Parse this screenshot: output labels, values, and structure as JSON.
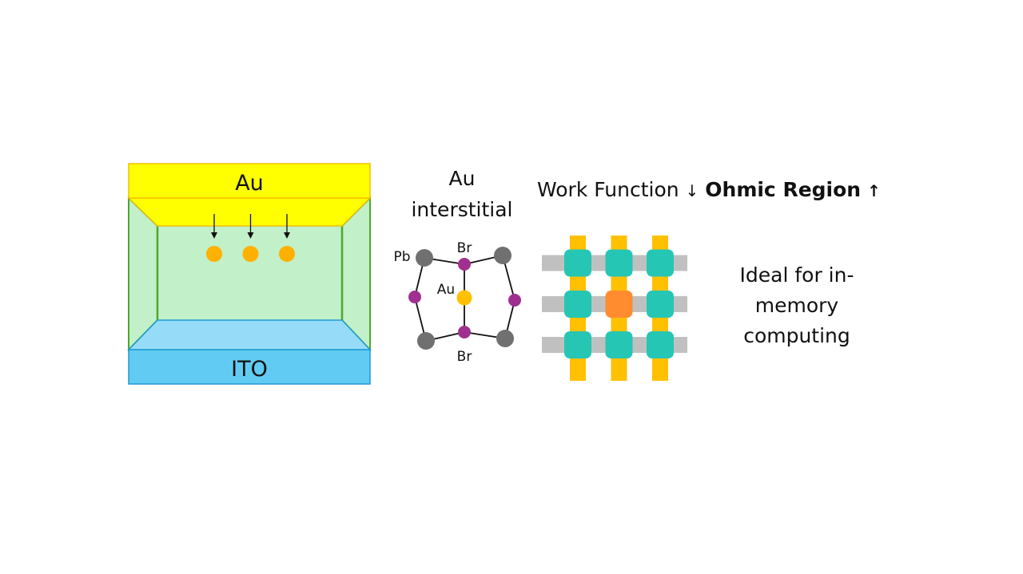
{
  "device": {
    "top_electrode_label": "Au",
    "bottom_electrode_label": "ITO",
    "diffusing_particles": 3,
    "colors": {
      "au_layer": "#FFFF00",
      "au_edge": "#F0C000",
      "perovskite": "#C2F0C8",
      "perovskite_edge": "#4EA72E",
      "ito_floor": "#96DCF8",
      "ito_layer": "#61CBF3",
      "ito_edge": "#1F9BD1",
      "au_particle": "#FFB000"
    }
  },
  "structure": {
    "title_line1": "Au",
    "title_line2": "interstitial",
    "labels": {
      "pb": "Pb",
      "br_top": "Br",
      "br_bottom": "Br",
      "au": "Au"
    },
    "colors": {
      "pb": "#707070",
      "br": "#A0308F",
      "au": "#FFC000",
      "bond": "#111111"
    }
  },
  "headline": {
    "work_function": "Work Function",
    "work_function_arrow": "↓",
    "ohmic_region": "Ohmic Region",
    "ohmic_arrow": "↑"
  },
  "crossbar": {
    "rows": 3,
    "cols": 3,
    "highlighted_cell": [
      1,
      1
    ],
    "colors": {
      "word_line": "#C0C0C0",
      "bit_line": "#FFC000",
      "cell": "#26C6B4",
      "highlighted_cell": "#FF8C2E"
    }
  },
  "conclusion": {
    "lines": [
      "Ideal for in-",
      "memory",
      "computing"
    ]
  }
}
